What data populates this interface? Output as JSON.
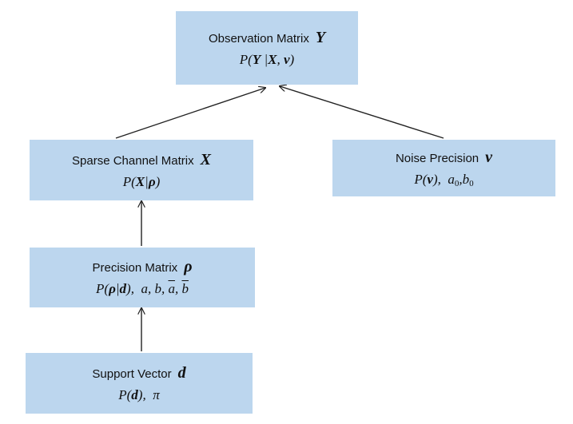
{
  "nodes": {
    "observation": {
      "title": "Observation Matrix",
      "symbol": "Y",
      "formula": "P(Y |X, ν)"
    },
    "channel": {
      "title": "Sparse Channel Matrix",
      "symbol": "X",
      "formula": "P(X|ρ)"
    },
    "noise": {
      "title": "Noise Precision",
      "symbol": "ν",
      "formula": "P(ν), a0,b0"
    },
    "precision": {
      "title": "Precision Matrix",
      "symbol": "ρ",
      "formula": "P(ρ|d), a, b, ā, b̄"
    },
    "support": {
      "title": "Support Vector",
      "symbol": "d",
      "formula": "P(d), π"
    }
  },
  "edges": [
    {
      "from": "support",
      "to": "precision"
    },
    {
      "from": "precision",
      "to": "channel"
    },
    {
      "from": "channel",
      "to": "observation"
    },
    {
      "from": "noise",
      "to": "observation"
    }
  ],
  "colors": {
    "box_fill": "#bcd6ee",
    "arrow": "#222222"
  }
}
